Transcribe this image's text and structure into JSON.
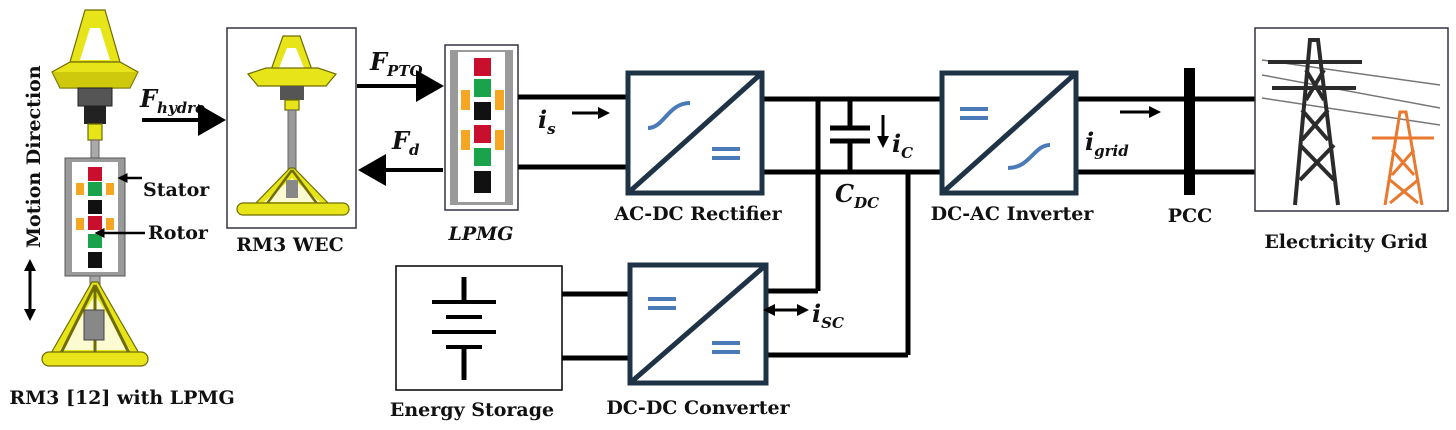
{
  "labels": {
    "rm3_lpmg": "RM3 [12] with LPMG",
    "motion_direction": "Motion Direction",
    "stator": "Stator",
    "rotor": "Rotor",
    "rm3_wec": "RM3 WEC",
    "lpmg": "LPMG",
    "ac_dc": "AC-DC Rectifier",
    "dc_ac": "DC-AC Inverter",
    "dc_dc": "DC-DC Converter",
    "energy_storage": "Energy Storage",
    "pcc": "PCC",
    "grid": "Electricity Grid"
  },
  "symbols": {
    "f_hydro": {
      "main": "F",
      "sub": "hydro"
    },
    "f_pto": {
      "main": "F",
      "sub": "PTO"
    },
    "f_d": {
      "main": "F",
      "sub": "d"
    },
    "i_s": {
      "main": "i",
      "sub": "s"
    },
    "i_c": {
      "main": "i",
      "sub": "C"
    },
    "c_dc": {
      "main": "C",
      "sub": "DC"
    },
    "i_grid": {
      "main": "i",
      "sub": "grid"
    },
    "i_sc": {
      "main": "i",
      "sub": "SC"
    }
  },
  "colors": {
    "buoy_yellow": "#e8e41a",
    "converter_blue": "#4a7ab8",
    "converter_border": "#1f3346",
    "tower_dark": "#2b2b2b",
    "tower_orange": "#e8792e",
    "magnet_red": "#c8102e",
    "magnet_green": "#1aa34a",
    "magnet_orange": "#f5a623"
  }
}
